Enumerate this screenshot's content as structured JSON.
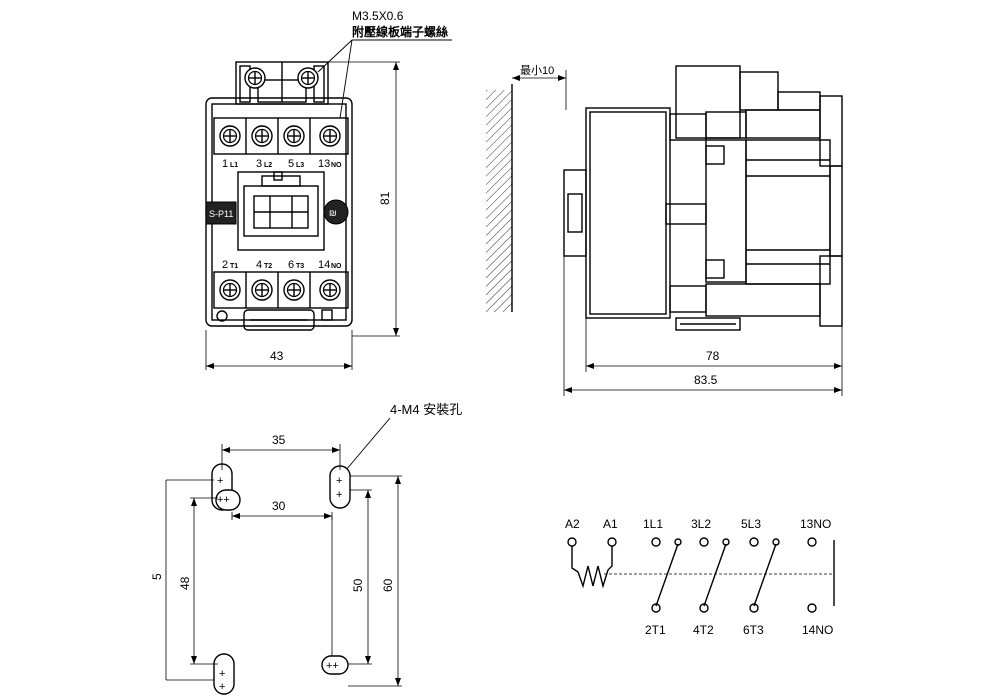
{
  "front_view": {
    "screw_spec": "M3.5X0.6",
    "screw_note": "附壓線板端子螺絲",
    "terminals_top": [
      {
        "num": "1",
        "sub": "L1"
      },
      {
        "num": "3",
        "sub": "L2"
      },
      {
        "num": "5",
        "sub": "L3"
      },
      {
        "num": "13",
        "sub": "NO"
      }
    ],
    "terminals_bottom": [
      {
        "num": "2",
        "sub": "T1"
      },
      {
        "num": "4",
        "sub": "T2"
      },
      {
        "num": "6",
        "sub": "T3"
      },
      {
        "num": "14",
        "sub": "NO"
      }
    ],
    "model_label": "S-P11",
    "width_dim": "43",
    "height_dim": "81"
  },
  "side_view": {
    "clearance_label": "最小10",
    "depth_dim_1": "78",
    "depth_dim_2": "83.5"
  },
  "mounting_view": {
    "holes_label": "4-M4 安裝孔",
    "dim_35": "35",
    "dim_30": "30",
    "dim_48": "48",
    "dim_50": "50",
    "dim_60": "60",
    "dim_partial": "5"
  },
  "schematic": {
    "top_labels": [
      "A2",
      "A1",
      "1L1",
      "3L2",
      "5L3",
      "13NO"
    ],
    "bottom_labels": [
      "2T1",
      "4T2",
      "6T3",
      "14NO"
    ]
  }
}
